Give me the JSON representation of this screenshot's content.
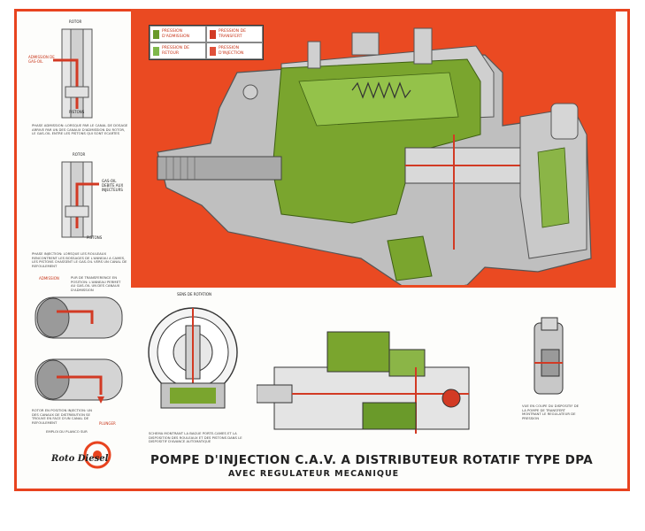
{
  "legend": {
    "items": [
      {
        "label": "PRESSION D'ADMISSION",
        "color": "#6a9a2a"
      },
      {
        "label": "PRESSION DE TRANSFERT",
        "color": "#d23a24"
      },
      {
        "label": "PRESSION DE RETOUR",
        "color": "#7fb84a"
      },
      {
        "label": "PRESSION D'INJECTION",
        "color": "#e0513a"
      }
    ]
  },
  "title": {
    "main": "POMPE D'INJECTION C.A.V. A DISTRIBUTEUR ROTATIF TYPE DPA",
    "sub": "AVEC REGULATEUR MECANIQUE"
  },
  "brand": {
    "logo_text": "Roto Diesel",
    "small_caption": "EMPLOI DU PLANCO SUR"
  },
  "diagram_labels": {
    "rotor_top": "ROTOR",
    "admission": "ADMISSION DE GAS-OIL",
    "pistons_top": "PISTONS",
    "rotor_mid": "ROTOR",
    "gas_oil_debite": "GAS-OIL DEBITE AUX INJECTEURS",
    "pistons_mid": "PISTONS",
    "admission_lower": "ADMISSION",
    "plunger": "PLUNGER",
    "sens_rotation": "SENS DE ROTATION"
  },
  "captions": {
    "c1": "PHASE ADMISSION: LORSQUE PAR LE CANAL DE DOSAGE ARRIVE PAR UN DES CANAUX D'ADMISSION DU ROTOR, LE GAS-OIL ENTRE LES PISTONS QUI SONT ECARTES",
    "c2": "PHASE INJECTION: LORSQUE LES ROULEAUX RENCONTRENT LES BOSSAGES DE L'ANNEAU A CAMES, LES PISTONS CHASSENT LE GAS-OIL VERS UN CANAL DE REFOULEMENT",
    "c3": "PUR DE TRANSFERENCE EN POSITION: L'ANNEAU PERMET AU GAS-OIL UN DES CANAUX D'ADMISSION",
    "c4": "ROTOR EN POSITION INJECTION: UN DES CANAUX DE DISTRIBUTION SE TROUVE EN FACE D'UN CANAL DE REFOULEMENT",
    "c5": "SCHEMA MONTRANT LA BAGUE PORTE-CAMES ET LA DISPOSITION DES ROULEAUX ET DES PISTONS DANS LE DISPOSITIF D'AVANCE AUTOMATIQUE",
    "c6": "VUE EN COUPE DU DISPOSITIF DE LA POMPE DE TRANSFERT MONTRANT LE REGULATEUR DE PRESSION"
  }
}
